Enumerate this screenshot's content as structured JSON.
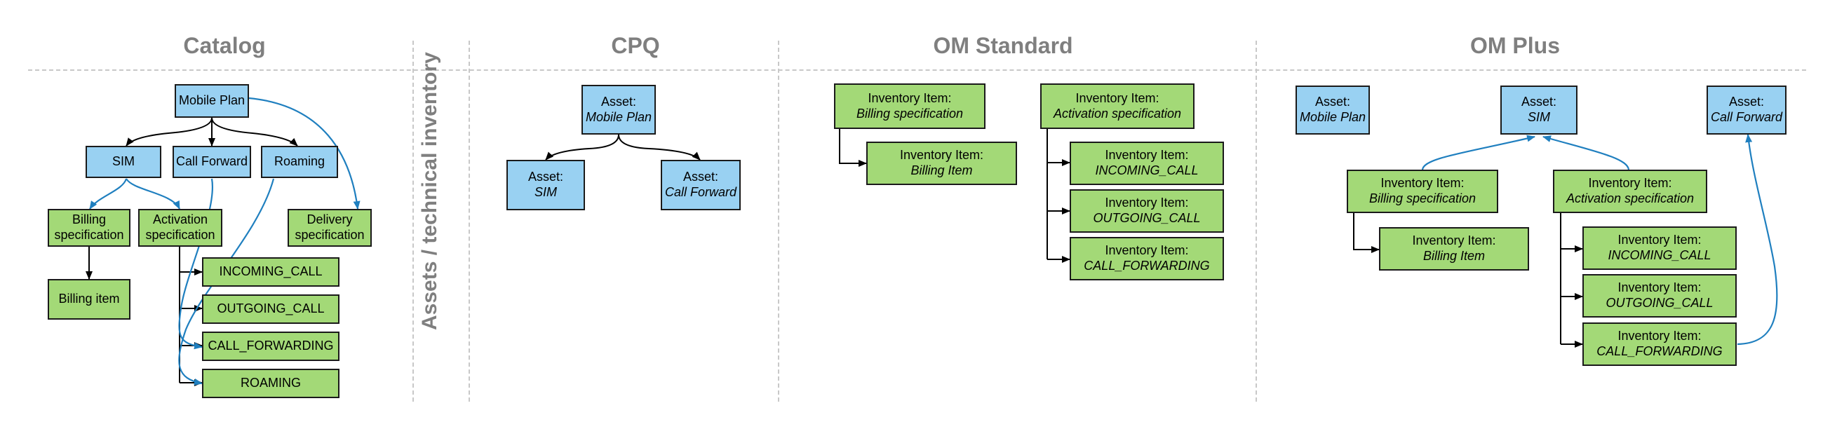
{
  "sections": {
    "catalog": "Catalog",
    "cpq": "CPQ",
    "om_standard": "OM Standard",
    "om_plus": "OM Plus"
  },
  "side_label": "Assets / technical inventory",
  "colors": {
    "asset_blue": "#99d1f2",
    "inventory_green": "#a3d977",
    "arrow_blue": "#1f7fbf"
  },
  "catalog": {
    "mobile_plan": "Mobile Plan",
    "sim": "SIM",
    "call_forward": "Call Forward",
    "roaming": "Roaming",
    "billing_spec": "Billing specification",
    "activation_spec": "Activation specification",
    "delivery_spec": "Delivery specification",
    "billing_item": "Billing item",
    "incoming_call": "INCOMING_CALL",
    "outgoing_call": "OUTGOING_CALL",
    "call_forwarding": "CALL_FORWARDING",
    "roaming_item": "ROAMING"
  },
  "cpq": {
    "asset_prefix": "Asset:",
    "mobile_plan": "Mobile Plan",
    "sim": "SIM",
    "call_forward": "Call Forward"
  },
  "om_standard": {
    "inv_prefix": "Inventory Item:",
    "billing_spec": "Billing specification",
    "activation_spec": "Activation specification",
    "billing_item": "Billing Item",
    "incoming_call": "INCOMING_CALL",
    "outgoing_call": "OUTGOING_CALL",
    "call_forwarding": "CALL_FORWARDING"
  },
  "om_plus": {
    "asset_prefix": "Asset:",
    "inv_prefix": "Inventory Item:",
    "mobile_plan": "Mobile Plan",
    "sim": "SIM",
    "call_forward": "Call Forward",
    "billing_spec": "Billing specification",
    "activation_spec": "Activation specification",
    "billing_item": "Billing Item",
    "incoming_call": "INCOMING_CALL",
    "outgoing_call": "OUTGOING_CALL",
    "call_forwarding": "CALL_FORWARDING"
  }
}
